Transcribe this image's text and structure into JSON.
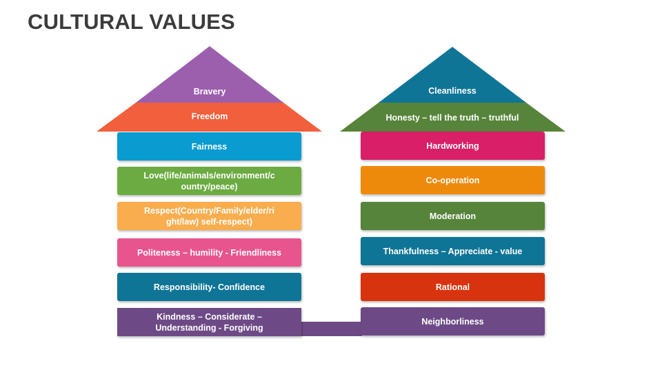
{
  "title": "CULTURAL VALUES",
  "left_house": {
    "roof_top": "Bravery",
    "roof_band": "Freedom",
    "bars": [
      "Fairness",
      "Love(life/animals/environment/c ountry/peace)",
      "Respect(Country/Family/elder/ri ght/law) self-respect)",
      "Politeness – humility - Friendliness",
      "Responsibility- Confidence",
      "Kindness – Considerate – Understanding - Forgiving"
    ]
  },
  "right_house": {
    "roof_top": "Cleanliness",
    "roof_band": "Honesty – tell the truth – truthful",
    "bars": [
      "Hardworking",
      "Co-operation",
      "Moderation",
      "Thankfulness – Appreciate - value",
      "Rational",
      "Neighborliness"
    ]
  },
  "colors": {
    "bravery": "#9b5fae",
    "freedom": "#f15f3c",
    "fairness": "#0a9bd0",
    "love": "#6bab41",
    "respect": "#f9ad4e",
    "politeness": "#e8558e",
    "responsibility": "#0f7596",
    "kindness": "#6d4a86",
    "cleanliness": "#0f7596",
    "honesty": "#56843a",
    "hardworking": "#d81f67",
    "cooperation": "#ee8a0b",
    "moderation": "#56843a",
    "thankfulness": "#0f7596",
    "rational": "#d8330f",
    "neighborliness": "#6d4a86"
  }
}
